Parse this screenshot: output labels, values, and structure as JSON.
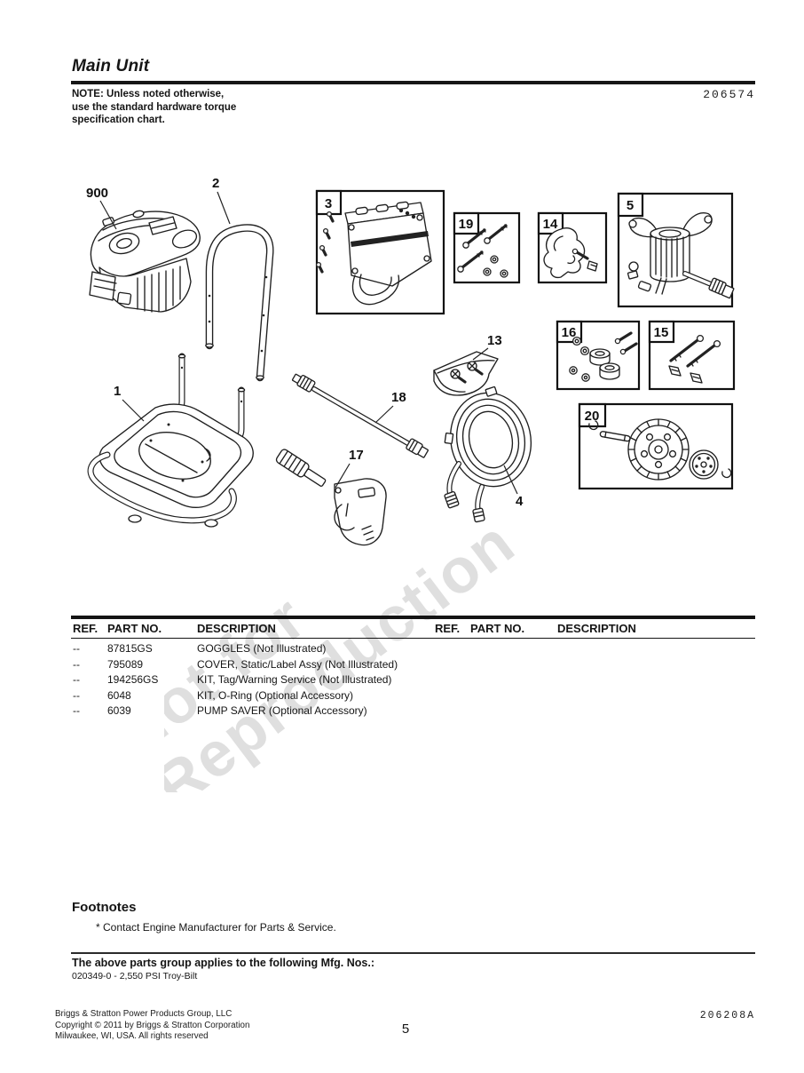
{
  "header": {
    "title": "Main Unit",
    "note_lines": [
      "NOTE: Unless noted otherwise,",
      "use the standard hardware torque",
      "specification chart."
    ],
    "doc_number": "206574"
  },
  "watermark": {
    "line1": "Not for",
    "line2": "Reproduction"
  },
  "diagram": {
    "callouts": {
      "engine": "900",
      "handle": "2",
      "frame": "1",
      "hose": "4",
      "kit_bag": "13",
      "gun": "17",
      "wand": "18",
      "panel_box": "3",
      "fastener_box": "19",
      "bracket_box": "14",
      "pump_box": "5",
      "bushing_box": "16",
      "bolt_box": "15",
      "wheel_box": "20"
    }
  },
  "parts_table": {
    "left": {
      "headers": {
        "ref": "REF.",
        "part": "PART NO.",
        "desc": "DESCRIPTION"
      },
      "rows": [
        {
          "ref": "--",
          "part": "87815GS",
          "desc": "GOGGLES (Not Illustrated)"
        },
        {
          "ref": "--",
          "part": "795089",
          "desc": "COVER, Static/Label Assy (Not Illustrated)"
        },
        {
          "ref": "--",
          "part": "194256GS",
          "desc": "KIT, Tag/Warning Service (Not Illustrated)"
        },
        {
          "ref": "--",
          "part": "6048",
          "desc": "KIT, O-Ring (Optional Accessory)"
        },
        {
          "ref": "--",
          "part": "6039",
          "desc": "PUMP SAVER (Optional Accessory)"
        }
      ]
    },
    "right": {
      "headers": {
        "ref": "REF.",
        "part": "PART NO.",
        "desc": "DESCRIPTION"
      },
      "rows": []
    }
  },
  "footnotes": {
    "heading": "Footnotes",
    "items": [
      "* Contact Engine Manufacturer for Parts & Service."
    ]
  },
  "mfg": {
    "heading": "The above parts group applies to the following Mfg. Nos.:",
    "models": [
      "020349-0 - 2,550 PSI Troy-Bilt"
    ]
  },
  "footer": {
    "company_lines": [
      "Briggs & Stratton Power Products Group, LLC",
      "Copyright ©  2011 by Briggs & Stratton Corporation",
      "Milwaukee, WI, USA. All rights reserved"
    ],
    "page_number": "5",
    "doc_number": "206208A"
  }
}
